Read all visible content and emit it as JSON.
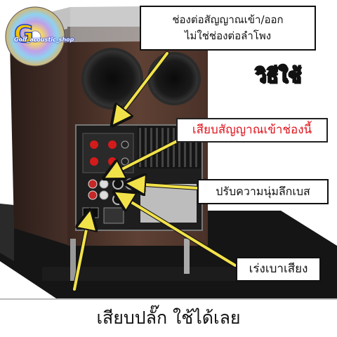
{
  "logo": {
    "text": "Golf_acoustic_shop"
  },
  "labels": {
    "top_line1": "ช่องต่อสัญญาณเข้า/ออก",
    "top_line2": "ไม่ใช่ช่องต่อลำโพง",
    "howto": "วิธีใช้",
    "input": "เสียบสัญญาณเข้าช่องนี้",
    "bass": "ปรับความนุ่มลึกเบส",
    "volume": "เร่งเบาเสียง"
  },
  "bottom": {
    "text": "เสียบปลั๊ก ใช้ได้เลย"
  },
  "colors": {
    "accent": "#e0121b",
    "cabinet": "#5a3b2e",
    "arrow": "#f2e24a"
  }
}
